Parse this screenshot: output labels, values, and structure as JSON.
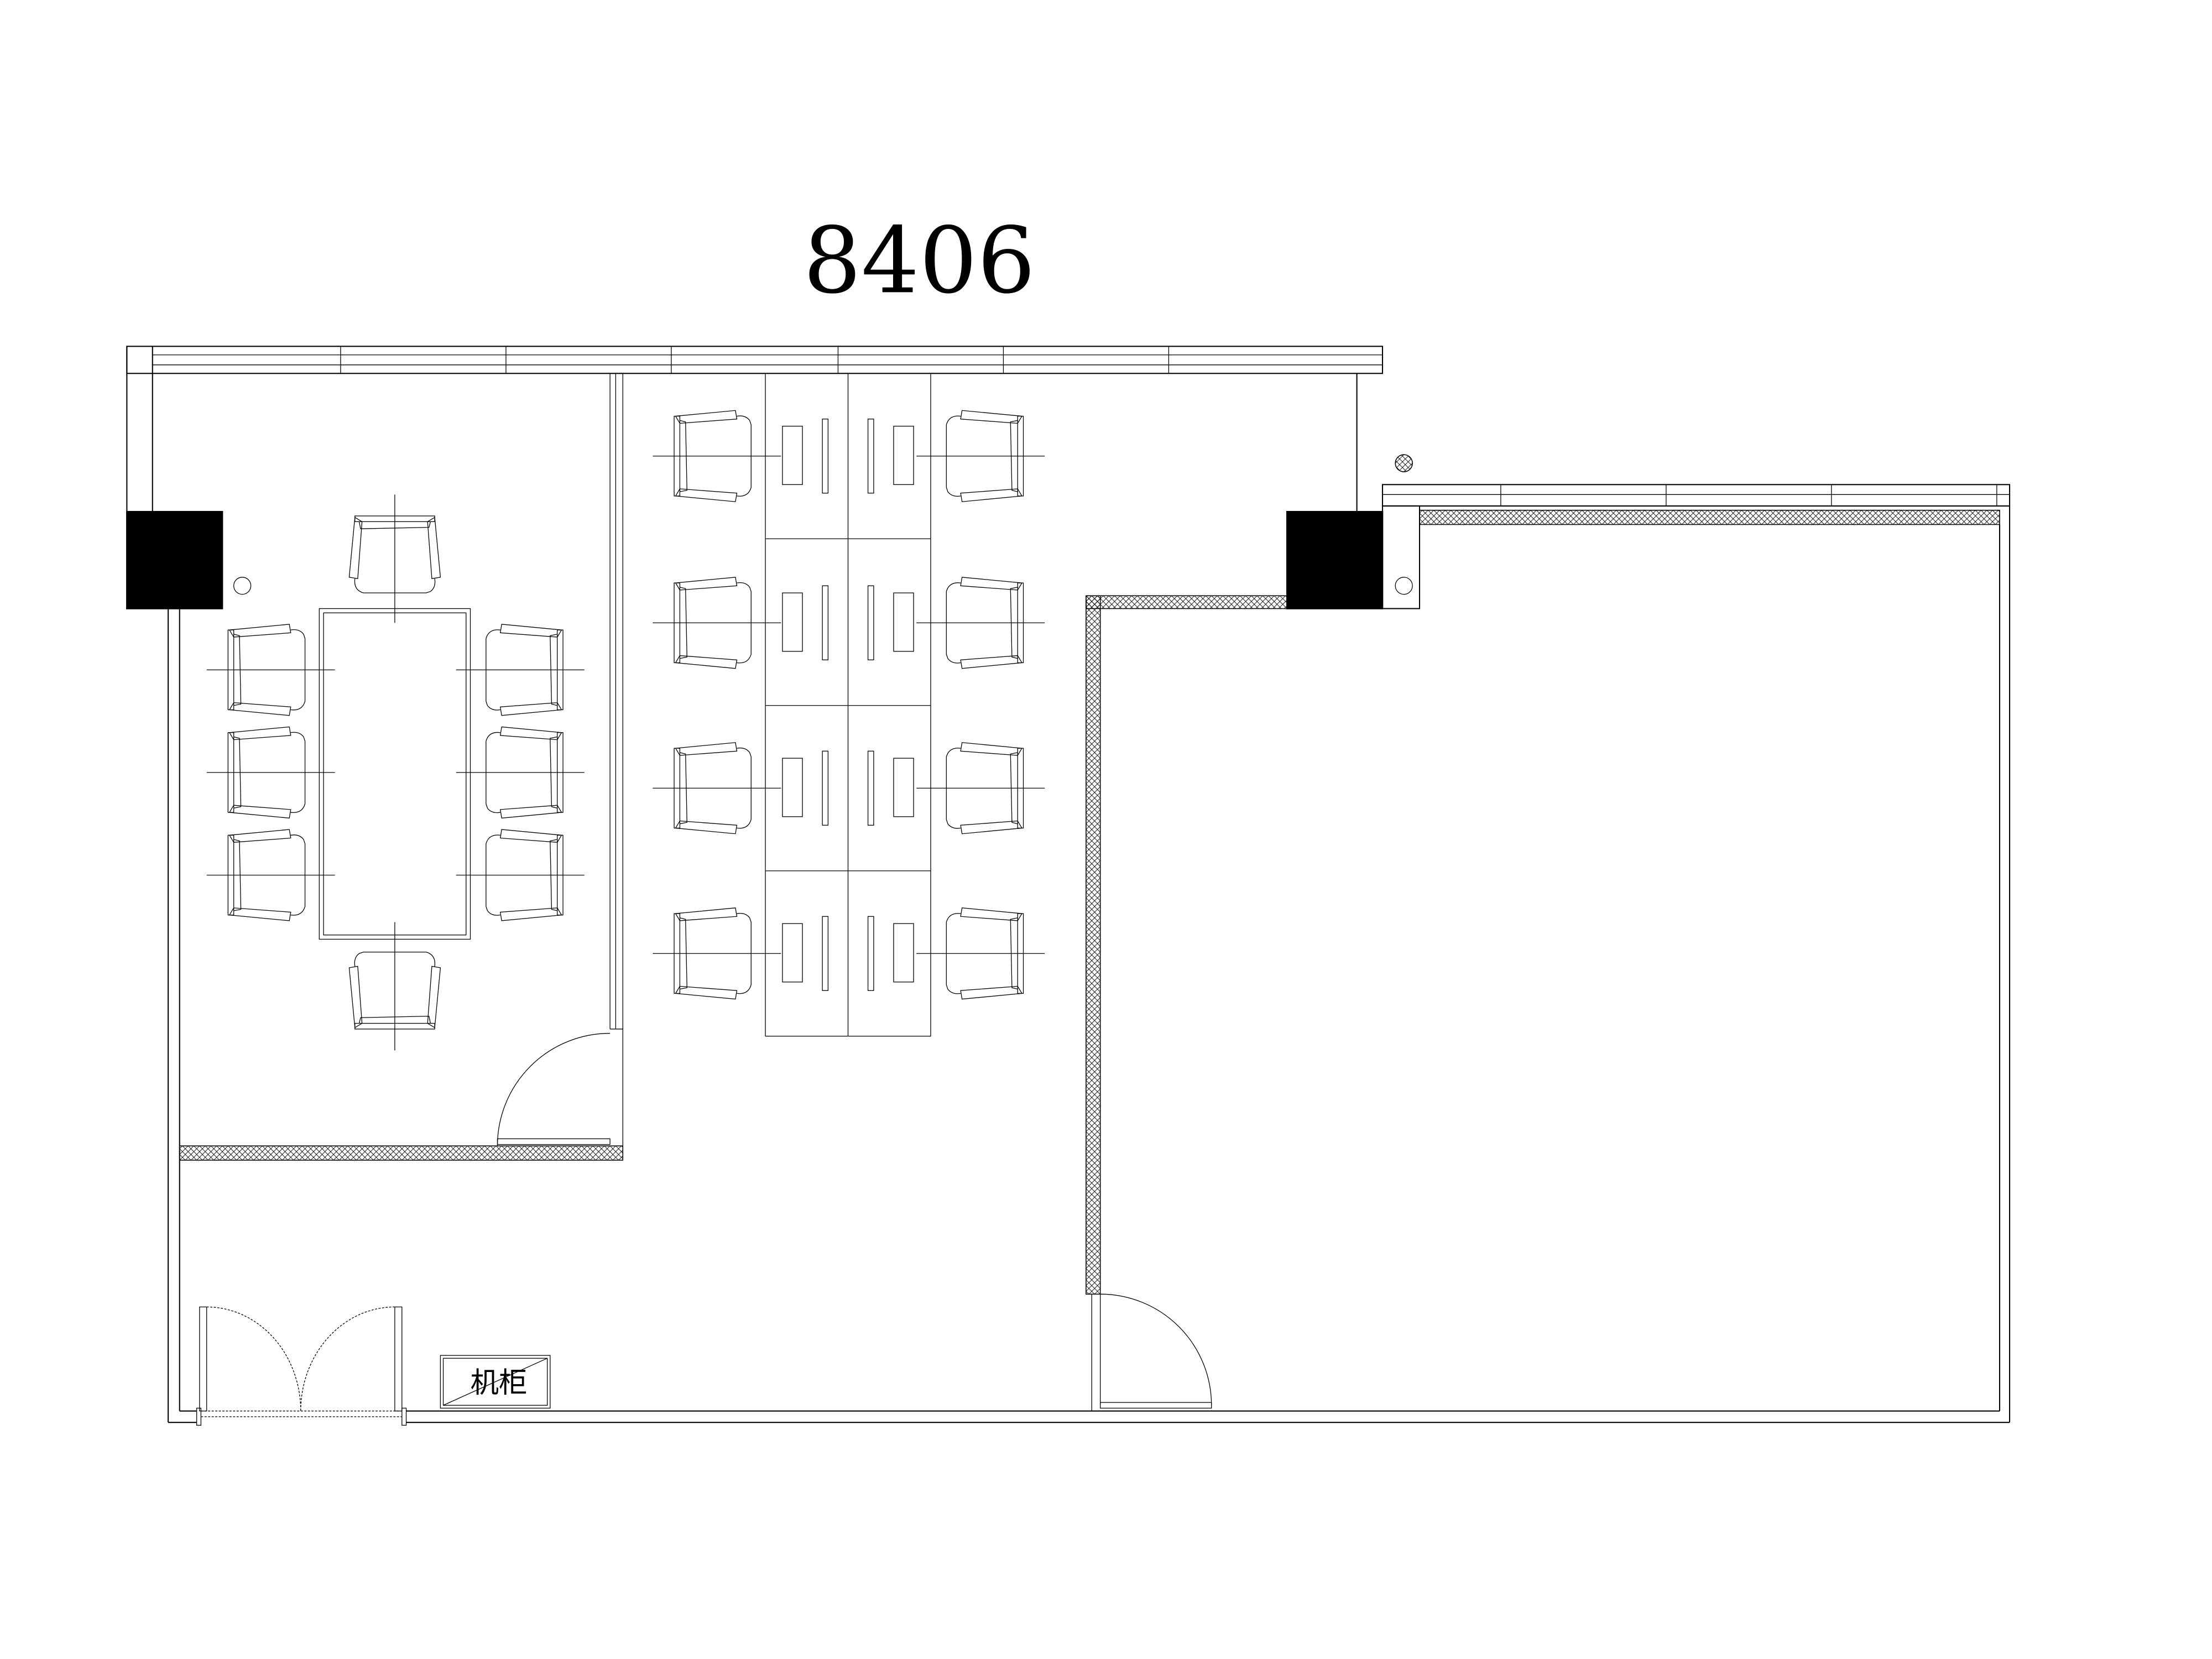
{
  "plan": {
    "title": "8406",
    "cabinet_label": "机柜",
    "meeting_room": {
      "chairs": 8,
      "table": "conference-table"
    },
    "workstations": {
      "desks": 8,
      "chairs": 8
    },
    "icons": [
      "column",
      "pipe",
      "door-swing",
      "double-door",
      "cabinet",
      "office-chair",
      "window"
    ],
    "colors": {
      "line": "#000000",
      "background": "#ffffff",
      "column_fill": "#000000"
    }
  }
}
